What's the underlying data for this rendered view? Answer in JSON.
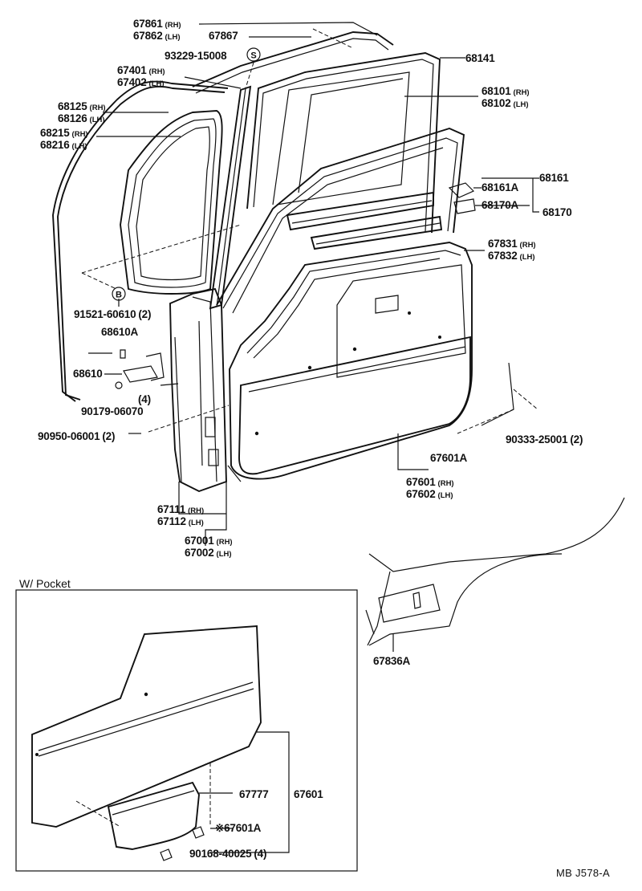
{
  "inset": {
    "title": "W/ Pocket"
  },
  "footer": {
    "code": "MB  J578-A"
  },
  "markers": {
    "s": "S",
    "b": "B"
  },
  "labels": [
    {
      "id": "67861",
      "part": "67861",
      "qual": "(RH)"
    },
    {
      "id": "67862",
      "part": "67862",
      "qual": "(LH)"
    },
    {
      "id": "67867",
      "part": "67867",
      "qual": ""
    },
    {
      "id": "93229",
      "part": "93229-15008",
      "qual": ""
    },
    {
      "id": "67401",
      "part": "67401",
      "qual": "(RH)"
    },
    {
      "id": "67402",
      "part": "67402",
      "qual": "(LH)"
    },
    {
      "id": "68125",
      "part": "68125",
      "qual": "(RH)"
    },
    {
      "id": "68126",
      "part": "68126",
      "qual": "(LH)"
    },
    {
      "id": "68215",
      "part": "68215",
      "qual": "(RH)"
    },
    {
      "id": "68216",
      "part": "68216",
      "qual": "(LH)"
    },
    {
      "id": "68141",
      "part": "68141",
      "qual": ""
    },
    {
      "id": "68101",
      "part": "68101",
      "qual": "(RH)"
    },
    {
      "id": "68102",
      "part": "68102",
      "qual": "(LH)"
    },
    {
      "id": "68161A",
      "part": "68161A",
      "qual": ""
    },
    {
      "id": "68161",
      "part": "68161",
      "qual": ""
    },
    {
      "id": "68170A",
      "part": "68170A",
      "qual": ""
    },
    {
      "id": "68170",
      "part": "68170",
      "qual": ""
    },
    {
      "id": "67831",
      "part": "67831",
      "qual": "(RH)"
    },
    {
      "id": "67832",
      "part": "67832",
      "qual": "(LH)"
    },
    {
      "id": "91521",
      "part": "91521-60610",
      "qual": "(2)"
    },
    {
      "id": "68610A",
      "part": "68610A",
      "qual": ""
    },
    {
      "id": "68610",
      "part": "68610",
      "qual": ""
    },
    {
      "id": "qty4",
      "part": "(4)",
      "qual": ""
    },
    {
      "id": "90179",
      "part": "90179-06070",
      "qual": ""
    },
    {
      "id": "90950",
      "part": "90950-06001",
      "qual": "(2)"
    },
    {
      "id": "67601A",
      "part": "67601A",
      "qual": ""
    },
    {
      "id": "90333",
      "part": "90333-25001",
      "qual": "(2)"
    },
    {
      "id": "67601",
      "part": "67601",
      "qual": "(RH)"
    },
    {
      "id": "67602",
      "part": "67602",
      "qual": "(LH)"
    },
    {
      "id": "67111",
      "part": "67111",
      "qual": "(RH)"
    },
    {
      "id": "67112",
      "part": "67112",
      "qual": "(LH)"
    },
    {
      "id": "67001",
      "part": "67001",
      "qual": "(RH)"
    },
    {
      "id": "67002",
      "part": "67002",
      "qual": "(LH)"
    },
    {
      "id": "67836A",
      "part": "67836A",
      "qual": ""
    },
    {
      "id": "67777",
      "part": "67777",
      "qual": ""
    },
    {
      "id": "67601b",
      "part": "67601",
      "qual": ""
    },
    {
      "id": "67601Ab",
      "part": "※67601A",
      "qual": ""
    },
    {
      "id": "90168",
      "part": "90168-40025",
      "qual": "(4)"
    }
  ]
}
